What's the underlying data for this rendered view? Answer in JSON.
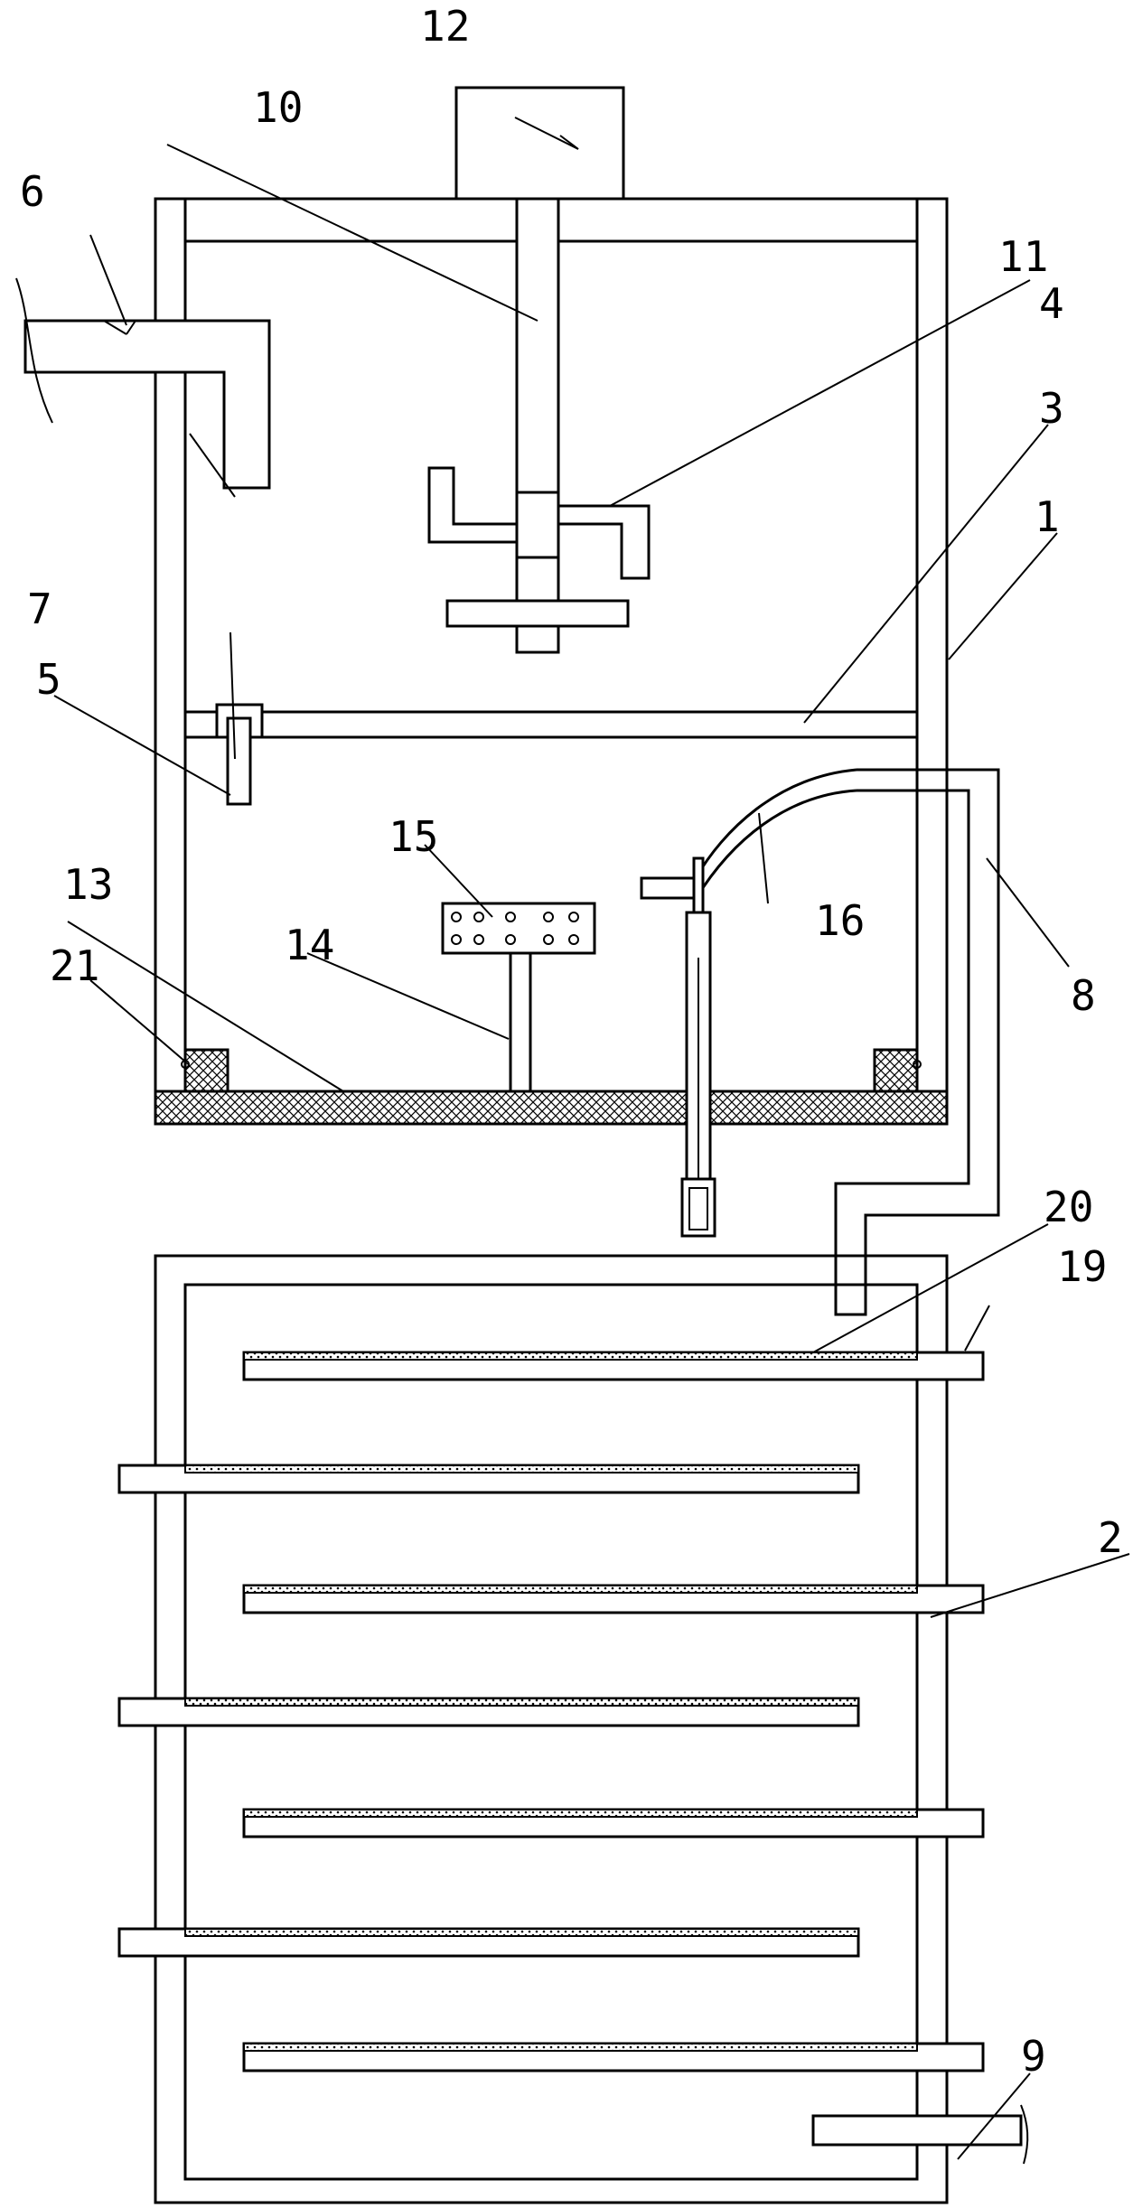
{
  "labels": {
    "l1": "1",
    "l2": "2",
    "l3": "3",
    "l4": "4",
    "l5": "5",
    "l6": "6",
    "l7": "7",
    "l8": "8",
    "l9": "9",
    "l10": "10",
    "l11": "11",
    "l12": "12",
    "l13": "13",
    "l14": "14",
    "l15": "15",
    "l16": "16",
    "l19": "19",
    "l20": "20",
    "l21": "21"
  }
}
